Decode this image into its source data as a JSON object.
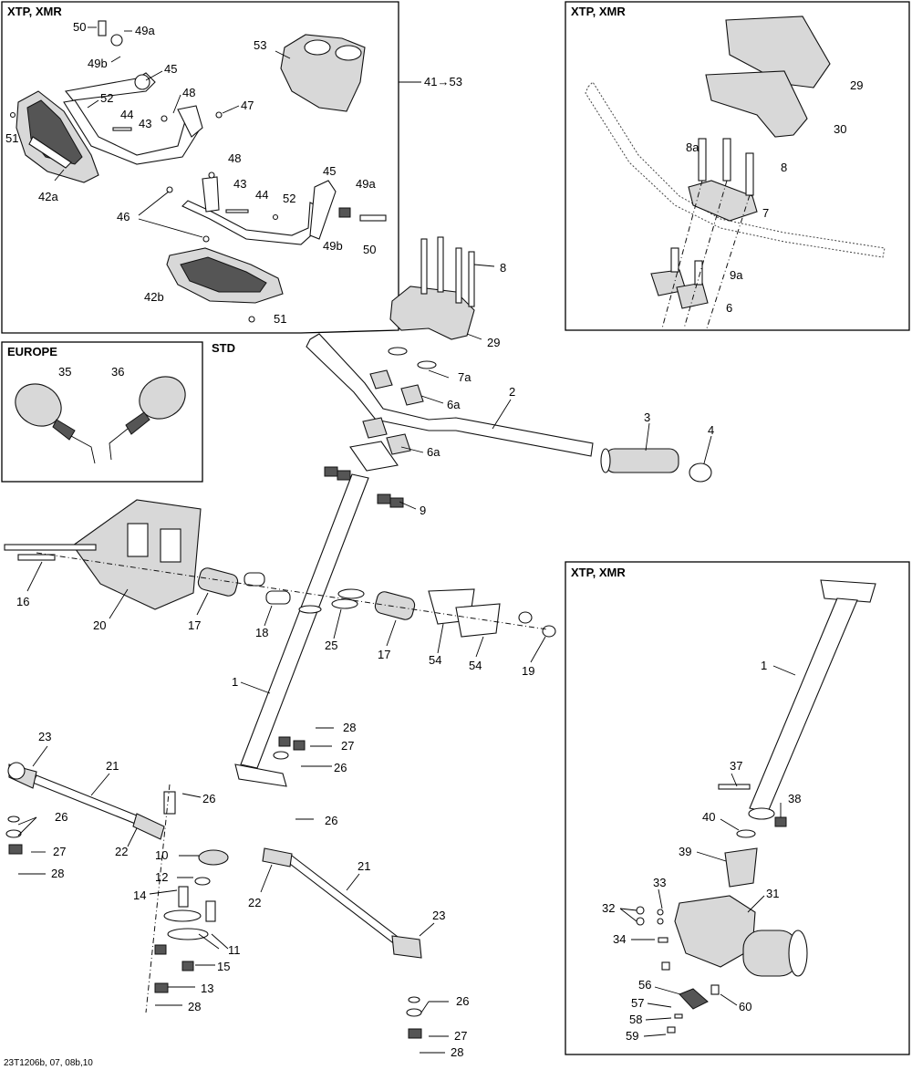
{
  "diagram": {
    "reference": "23T1206b, 07, 08b,10",
    "panels": {
      "xtp_xmr_handguards": "XTP, XMR",
      "xtp_xmr_handlebar": "XTP, XMR",
      "europe_mirrors": "EUROPE",
      "std_main": "STD",
      "xtp_xmr_power_steering": "XTP, XMR"
    },
    "group_callout": "41→53",
    "callouts": [
      "50",
      "49a",
      "49b",
      "45",
      "52",
      "48",
      "47",
      "44",
      "43",
      "51",
      "42a",
      "46",
      "48",
      "43",
      "44",
      "52",
      "45",
      "49a",
      "49b",
      "50",
      "42b",
      "51",
      "53",
      "29",
      "30",
      "8a",
      "8",
      "7",
      "9a",
      "6",
      "35",
      "36",
      "8",
      "29",
      "7a",
      "6a",
      "2",
      "3",
      "4",
      "6a",
      "9",
      "16",
      "20",
      "17",
      "18",
      "25",
      "17",
      "54",
      "54",
      "19",
      "1",
      "23",
      "21",
      "28",
      "27",
      "26",
      "26",
      "26",
      "22",
      "10",
      "12",
      "14",
      "11",
      "15",
      "13",
      "28",
      "26",
      "27",
      "28",
      "22",
      "21",
      "23",
      "26",
      "27",
      "28",
      "1",
      "37",
      "38",
      "40",
      "39",
      "33",
      "31",
      "32",
      "34",
      "56",
      "57",
      "58",
      "59",
      "60"
    ]
  }
}
